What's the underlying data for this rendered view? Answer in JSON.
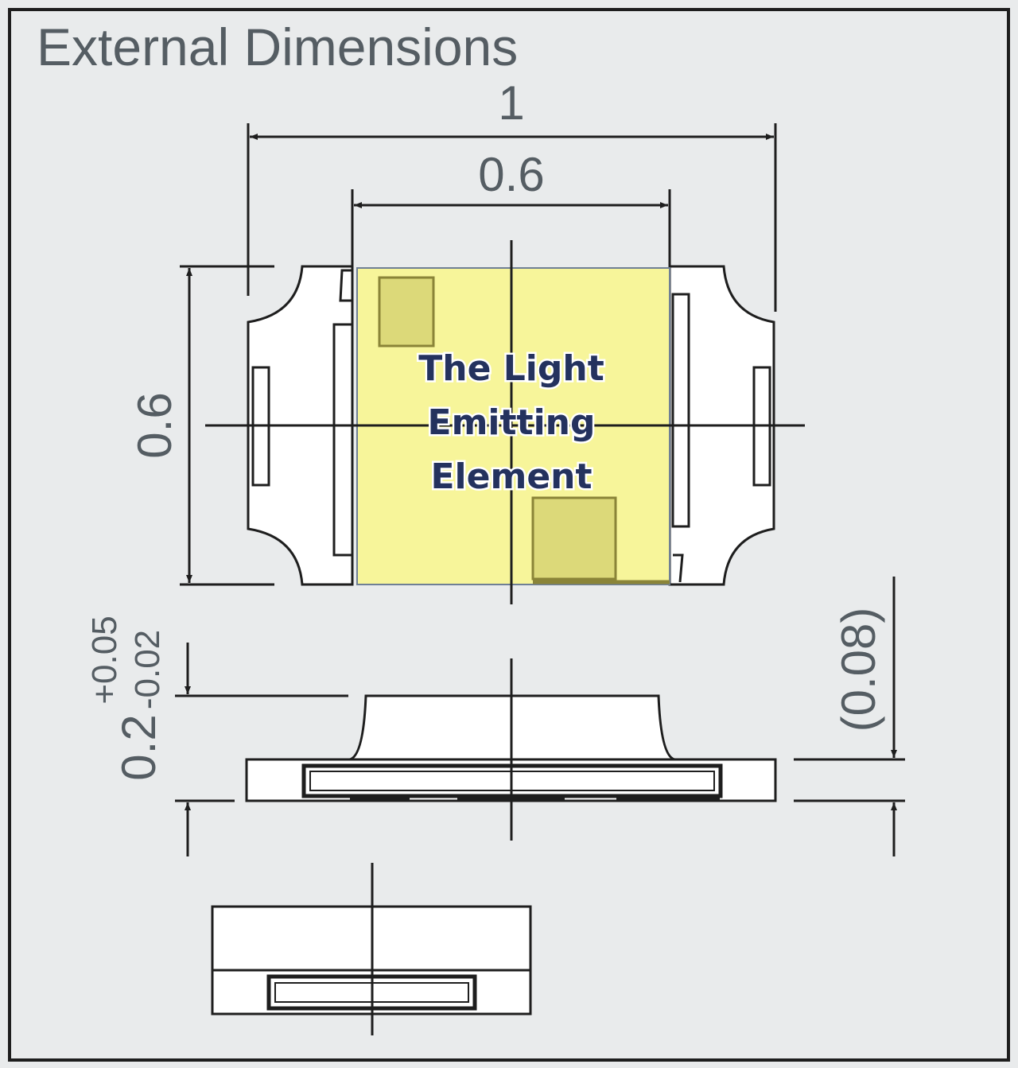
{
  "title": "External Dimensions",
  "dimensions": {
    "overall_width": "1",
    "body_width": "0.6",
    "height": "0.6",
    "thickness": "0.2",
    "thickness_tol_plus": "+0.05",
    "thickness_tol_minus": "-0.02",
    "lead_thickness": "(0.08)"
  },
  "element_label": {
    "line1": "The Light",
    "line2": "Emitting",
    "line3": "Element"
  },
  "colors": {
    "background": "#e9ebec",
    "line": "#1e1e1e",
    "element_fill": "#f7f59a",
    "pad_fill": "#dcd979",
    "pad_stroke": "#8a8438",
    "text": "#555d63",
    "label_text": "#24325e"
  }
}
